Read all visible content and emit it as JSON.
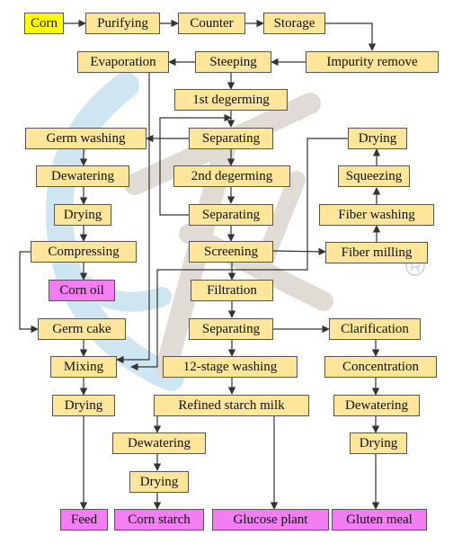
{
  "colors": {
    "process": "#fde69a",
    "start": "#ffff00",
    "product": "#f27ef2",
    "edge": "#333333"
  },
  "nodes": {
    "corn": "Corn",
    "purifying": "Purifying",
    "counter": "Counter",
    "storage": "Storage",
    "evaporation": "Evaporation",
    "steeping": "Steeping",
    "impurity_remove": "Impurity remove",
    "degerming_1": "1st degerming",
    "germ_washing": "Germ washing",
    "separating_1": "Separating",
    "drying_fiber": "Drying",
    "dewatering_germ": "Dewatering",
    "degerming_2": "2nd degerming",
    "squeezing": "Squeezing",
    "drying_germ": "Drying",
    "separating_2": "Separating",
    "fiber_washing": "Fiber washing",
    "compressing": "Compressing",
    "screening": "Screening",
    "fiber_milling": "Fiber milling",
    "corn_oil": "Corn oil",
    "filtration": "Filtration",
    "germ_cake": "Germ cake",
    "separating_3": "Separating",
    "clarification": "Clarification",
    "mixing": "Mixing",
    "washing_12": "12-stage washing",
    "concentration": "Concentration",
    "drying_feed": "Drying",
    "refined_starch_milk": "Refined starch milk",
    "dewatering_gluten": "Dewatering",
    "dewatering_starch": "Dewatering",
    "drying_gluten": "Drying",
    "drying_starch": "Drying",
    "feed": "Feed",
    "corn_starch": "Corn starch",
    "glucose_plant": "Glucose plant",
    "gluten_meal": "Gluten meal"
  }
}
